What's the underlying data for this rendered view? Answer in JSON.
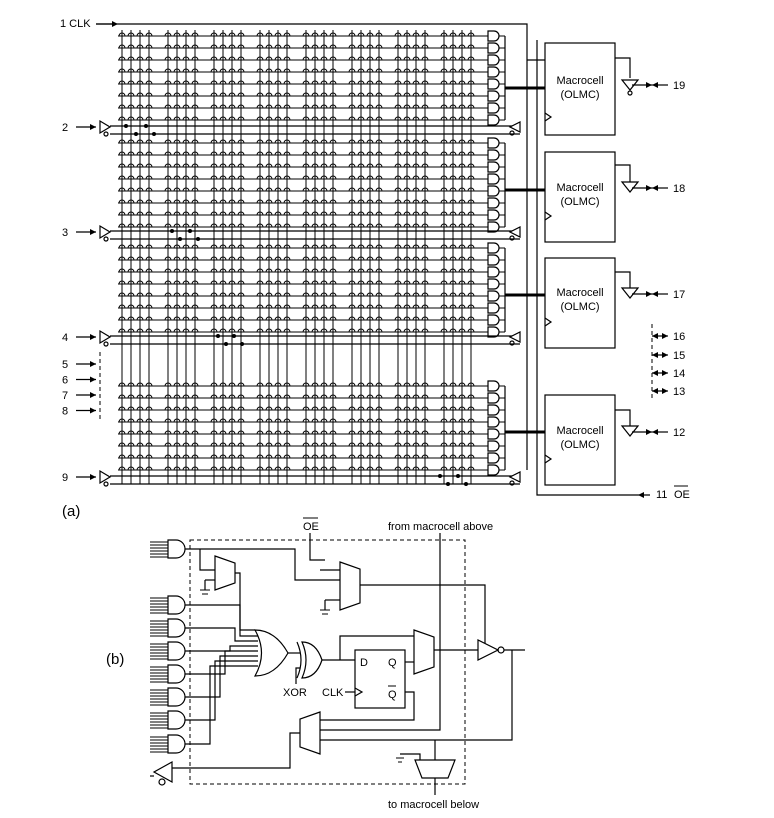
{
  "part_a": {
    "label": "(a)",
    "inputs": [
      {
        "pin": "1 CLK"
      },
      {
        "pin": "2"
      },
      {
        "pin": "3"
      },
      {
        "pin": "4"
      },
      {
        "pin": "5"
      },
      {
        "pin": "6"
      },
      {
        "pin": "7"
      },
      {
        "pin": "8"
      },
      {
        "pin": "9"
      }
    ],
    "macrocells": [
      {
        "line1": "Macrocell",
        "line2": "(OLMC)",
        "pin": "19"
      },
      {
        "line1": "Macrocell",
        "line2": "(OLMC)",
        "pin": "18"
      },
      {
        "line1": "Macrocell",
        "line2": "(OLMC)",
        "pin": "17"
      },
      {
        "line1": "Macrocell",
        "line2": "(OLMC)",
        "pin": "12"
      }
    ],
    "io_pins": [
      "16",
      "15",
      "14",
      "13"
    ],
    "oe_pin": {
      "number": "11",
      "name": "OE"
    }
  },
  "part_b": {
    "label": "(b)",
    "oe_label": "OE",
    "from_above": "from macrocell above",
    "to_below": "to macrocell below",
    "xor_label": "XOR",
    "clk_label": "CLK",
    "d_label": "D",
    "q_label": "Q",
    "qbar_label": "Q"
  }
}
